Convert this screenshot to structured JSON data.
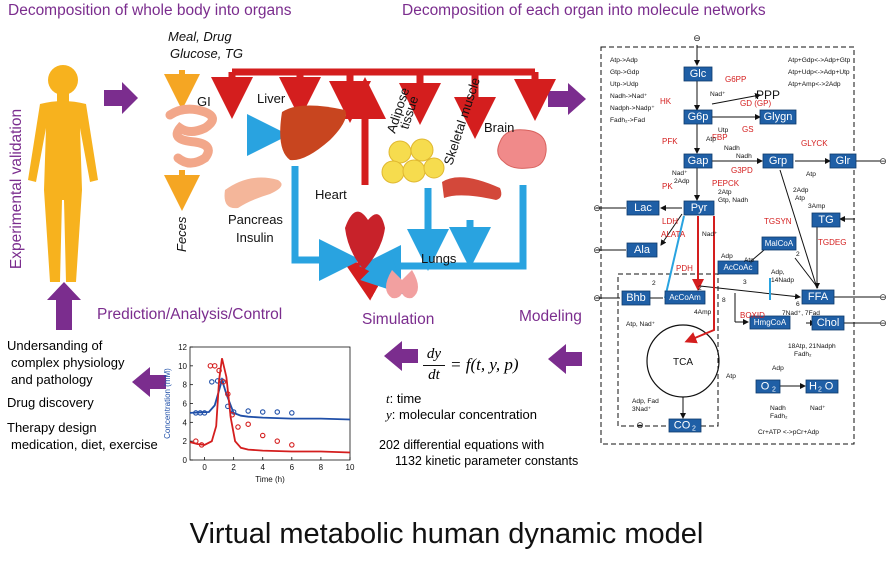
{
  "headers": {
    "organs": "Decomposition of whole body into organs",
    "networks": "Decomposition of each organ into molecule networks",
    "experimental": "Experimental validation",
    "prediction": "Prediction/Analysis/Control",
    "simulation": "Simulation",
    "modeling": "Modeling"
  },
  "organs": {
    "inputs_line1": "Meal, Drug",
    "inputs_line2": "Glucose, TG",
    "gi": "GI",
    "liver": "Liver",
    "adipose_line1": "Adipose",
    "adipose_line2": "tissue",
    "skeletal": "Skeletal muscle",
    "brain": "Brain",
    "heart": "Heart",
    "pancreas_line1": "Pancreas",
    "pancreas_line2": "Insulin",
    "feces": "Feces",
    "lungs": "Lungs"
  },
  "equation": {
    "lhs_num": "dy",
    "lhs_den": "dt",
    "rhs": "= f(t, y, p)",
    "t_def": ": time",
    "y_def": ": molecular concentration",
    "count_line1": "202 differential equations  with",
    "count_line2": "1132 kinetic parameter constants"
  },
  "applications": [
    "Undersanding of",
    "complex physiology",
    "and pathology",
    "Drug discovery",
    "Therapy design",
    "medication, diet, exercise"
  ],
  "title": "Virtual metabolic human dynamic model",
  "network": {
    "nodes": [
      "Glc",
      "G6p",
      "Glygn",
      "Gap",
      "Grp",
      "Glr",
      "Lac",
      "Pyr",
      "Ala",
      "TG",
      "MalCoA",
      "AcCoAc",
      "Bhb",
      "AcCoAm",
      "FFA",
      "HmgCoA",
      "Chol",
      "CO2",
      "O2",
      "H2O"
    ],
    "co2_label": "CO",
    "h2o_h": "H",
    "h2o_o": "O",
    "o2_label": "O",
    "sub2": "2",
    "ppp": "PPP",
    "tca": "TCA",
    "enzymes": [
      "G6PP",
      "HK",
      "GD (GP)",
      "GS",
      "PFK",
      "FBP",
      "G3PD",
      "GLYCK",
      "PEPCK",
      "PK",
      "LDH",
      "ALATA",
      "PDH",
      "TGSYN",
      "TGDEG",
      "BOXID"
    ],
    "legend_left": [
      "Atp->Adp",
      "Gtp->Gdp",
      "Utp->Udp",
      "Nadh->Nad⁺",
      "Nadph->Nadp⁺",
      "Fadh₂->Fad"
    ],
    "legend_right": [
      "Atp+Gdp<->Adp+Gtp",
      "Atp+Udp<->Adp+Utp",
      "Atp+Amp<->2Adp"
    ],
    "cofactors": [
      "Nad⁺",
      "Utp",
      "Atp",
      "Nadh",
      "Atp",
      "Nadh",
      "Nad⁺",
      "2Adp",
      "2Atp",
      "Gtp, Nadh",
      "Nad⁺",
      "2Adp",
      "Atp",
      "2",
      "3Amp",
      "14Nadp",
      "Adp,",
      "7Nad⁺, 7Fad",
      "6",
      "18Atp, 21Nadph",
      "Fadh₂",
      "Atp, Nad⁺",
      "2",
      "4Amp",
      "2",
      "3",
      "8",
      "Adp, Fad",
      "3Nad⁺",
      "Atp",
      "Adp",
      "Nadh",
      "Fadh₂",
      "Nad⁺",
      "Cr+ATP <->pCr+Adp",
      "Atp",
      "Adp"
    ]
  },
  "chart_data": {
    "type": "line",
    "xlabel": "Time (h)",
    "ylabel": "Concentration (mM)",
    "xlim": [
      -1,
      10
    ],
    "ylim": [
      0,
      12
    ],
    "xticks": [
      0,
      2,
      4,
      6,
      8,
      10
    ],
    "yticks": [
      0,
      2,
      4,
      6,
      8,
      10,
      12
    ],
    "series": [
      {
        "color": "#1f4fa8",
        "line": {
          "x": [
            -1,
            0.3,
            0.7,
            1.0,
            1.2,
            1.5,
            2.0,
            2.5,
            3,
            4,
            6,
            8,
            10
          ],
          "y": [
            5,
            5.1,
            5.8,
            7.4,
            8.5,
            7.0,
            5.0,
            4.7,
            4.6,
            4.5,
            4.4,
            4.4,
            4.3
          ]
        },
        "points": {
          "x": [
            -0.6,
            -0.3,
            0,
            0.5,
            0.9,
            1.2,
            1.6,
            2.0,
            3.0,
            4.0,
            5.0,
            6.0
          ],
          "y": [
            5.0,
            5.0,
            5.0,
            8.3,
            8.4,
            8.4,
            5.7,
            5.1,
            5.2,
            5.1,
            5.1,
            5.0
          ]
        }
      },
      {
        "color": "#d41e1e",
        "line": {
          "x": [
            -1,
            -0.5,
            0,
            0.5,
            0.8,
            1.0,
            1.2,
            1.5,
            1.8,
            2.1,
            2.5,
            3,
            4,
            6,
            8,
            10
          ],
          "y": [
            1.9,
            1.7,
            1.6,
            2.0,
            3.6,
            8.5,
            10.8,
            8.8,
            4.5,
            2.0,
            1.3,
            1.1,
            1.0,
            0.9,
            0.9,
            0.8
          ]
        },
        "points": {
          "x": [
            -0.6,
            -0.2,
            0.4,
            0.7,
            1.0,
            1.3,
            1.6,
            1.9,
            2.3,
            3,
            4,
            5,
            6
          ],
          "y": [
            2.0,
            1.6,
            10.0,
            10.0,
            9.5,
            8.3,
            7.0,
            4.8,
            3.5,
            3.8,
            2.6,
            2.0,
            1.6
          ]
        }
      }
    ]
  }
}
